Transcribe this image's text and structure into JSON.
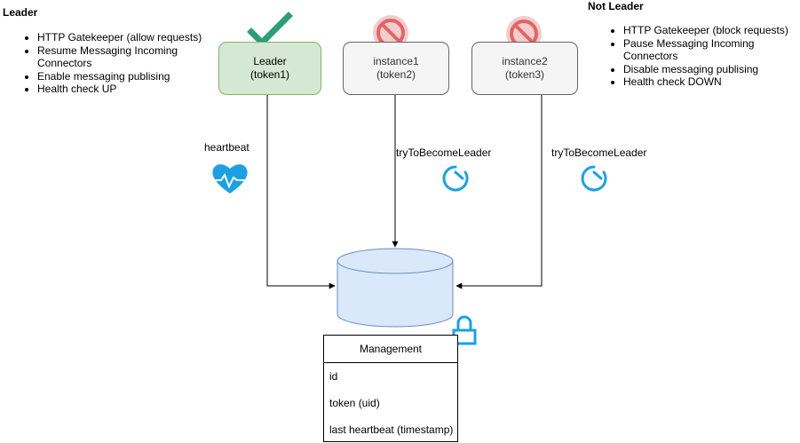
{
  "leader_panel": {
    "title": "Leader",
    "items": [
      "HTTP Gatekeeper (allow requests)",
      "Resume Messaging Incoming Connectors",
      "Enable messaging publising",
      "Health check UP"
    ]
  },
  "not_leader_panel": {
    "title": "Not Leader",
    "items": [
      "HTTP Gatekeeper (block requests)",
      "Pause  Messaging Incoming Connectors",
      "Disable messaging publising",
      "Health check DOWN"
    ]
  },
  "nodes": {
    "leader": {
      "name": "Leader",
      "token": "(token1)"
    },
    "instance1": {
      "name": "instance1",
      "token": "(token2)"
    },
    "instance2": {
      "name": "instance2",
      "token": "(token3)"
    }
  },
  "edges": {
    "heartbeat_label": "heartbeat",
    "try1_label": "tryToBecomeLeader",
    "try2_label": "tryToBecomeLeader"
  },
  "table": {
    "name": "Management",
    "fields": [
      "id",
      "token (uid)",
      "last heartbeat (timestamp)"
    ]
  },
  "colors": {
    "leader_fill": "#d5e8d4",
    "leader_stroke": "#82b366",
    "follower_fill": "#f5f5f5",
    "database_fill": "#dae8fc",
    "database_stroke": "#6c8ebf",
    "check": "#2d9d78",
    "forbidden": "#e06666",
    "icon_blue": "#1ba1e2"
  },
  "icons": [
    "check-icon",
    "forbidden-icon",
    "heartbeat-icon",
    "timer-icon",
    "lock-icon"
  ]
}
